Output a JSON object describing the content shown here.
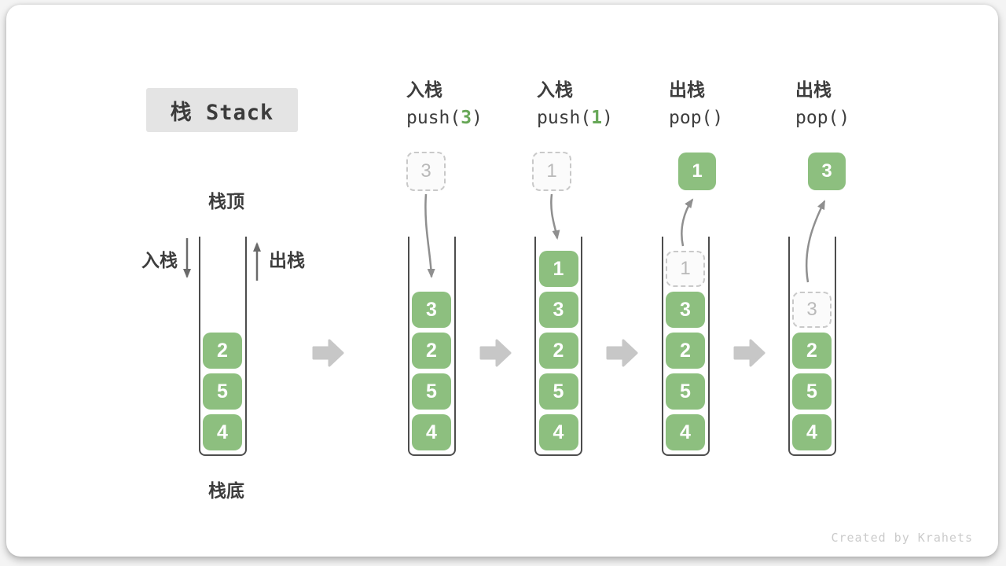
{
  "title": "栈 Stack",
  "labels": {
    "stack_top": "栈顶",
    "stack_bottom": "栈底",
    "push_side": "入栈",
    "pop_side": "出栈"
  },
  "operations": [
    {
      "name": "入栈",
      "code_pre": "push(",
      "code_arg": "3",
      "code_post": ")"
    },
    {
      "name": "入栈",
      "code_pre": "push(",
      "code_arg": "1",
      "code_post": ")"
    },
    {
      "name": "出栈",
      "code_pre": "pop(",
      "code_arg": "",
      "code_post": ")"
    },
    {
      "name": "出栈",
      "code_pre": "pop(",
      "code_arg": "",
      "code_post": ")"
    }
  ],
  "stacks": [
    {
      "blocks": [
        "2",
        "5",
        "4"
      ],
      "top_row": 2
    },
    {
      "blocks": [
        "3",
        "2",
        "5",
        "4"
      ],
      "top_row": 1,
      "incoming": "3"
    },
    {
      "blocks": [
        "1",
        "3",
        "2",
        "5",
        "4"
      ],
      "top_row": 0,
      "incoming": "1"
    },
    {
      "blocks": [
        "3",
        "2",
        "5",
        "4"
      ],
      "top_row": 1,
      "ghost": {
        "value": "1",
        "row": 0
      },
      "outgoing": "1"
    },
    {
      "blocks": [
        "2",
        "5",
        "4"
      ],
      "top_row": 2,
      "ghost": {
        "value": "3",
        "row": 1
      },
      "outgoing": "3"
    }
  ],
  "watermark": "Created by Krahets",
  "colors": {
    "block_green": "#8dbf7f",
    "code_arg_green": "#67a757",
    "ghost_gray": "#c9c9c9",
    "arrow_gray": "#8f8f8f",
    "step_arrow_gray": "#c7c7c7",
    "text_dark": "#3d3d3d",
    "title_bg": "#e4e4e4"
  }
}
